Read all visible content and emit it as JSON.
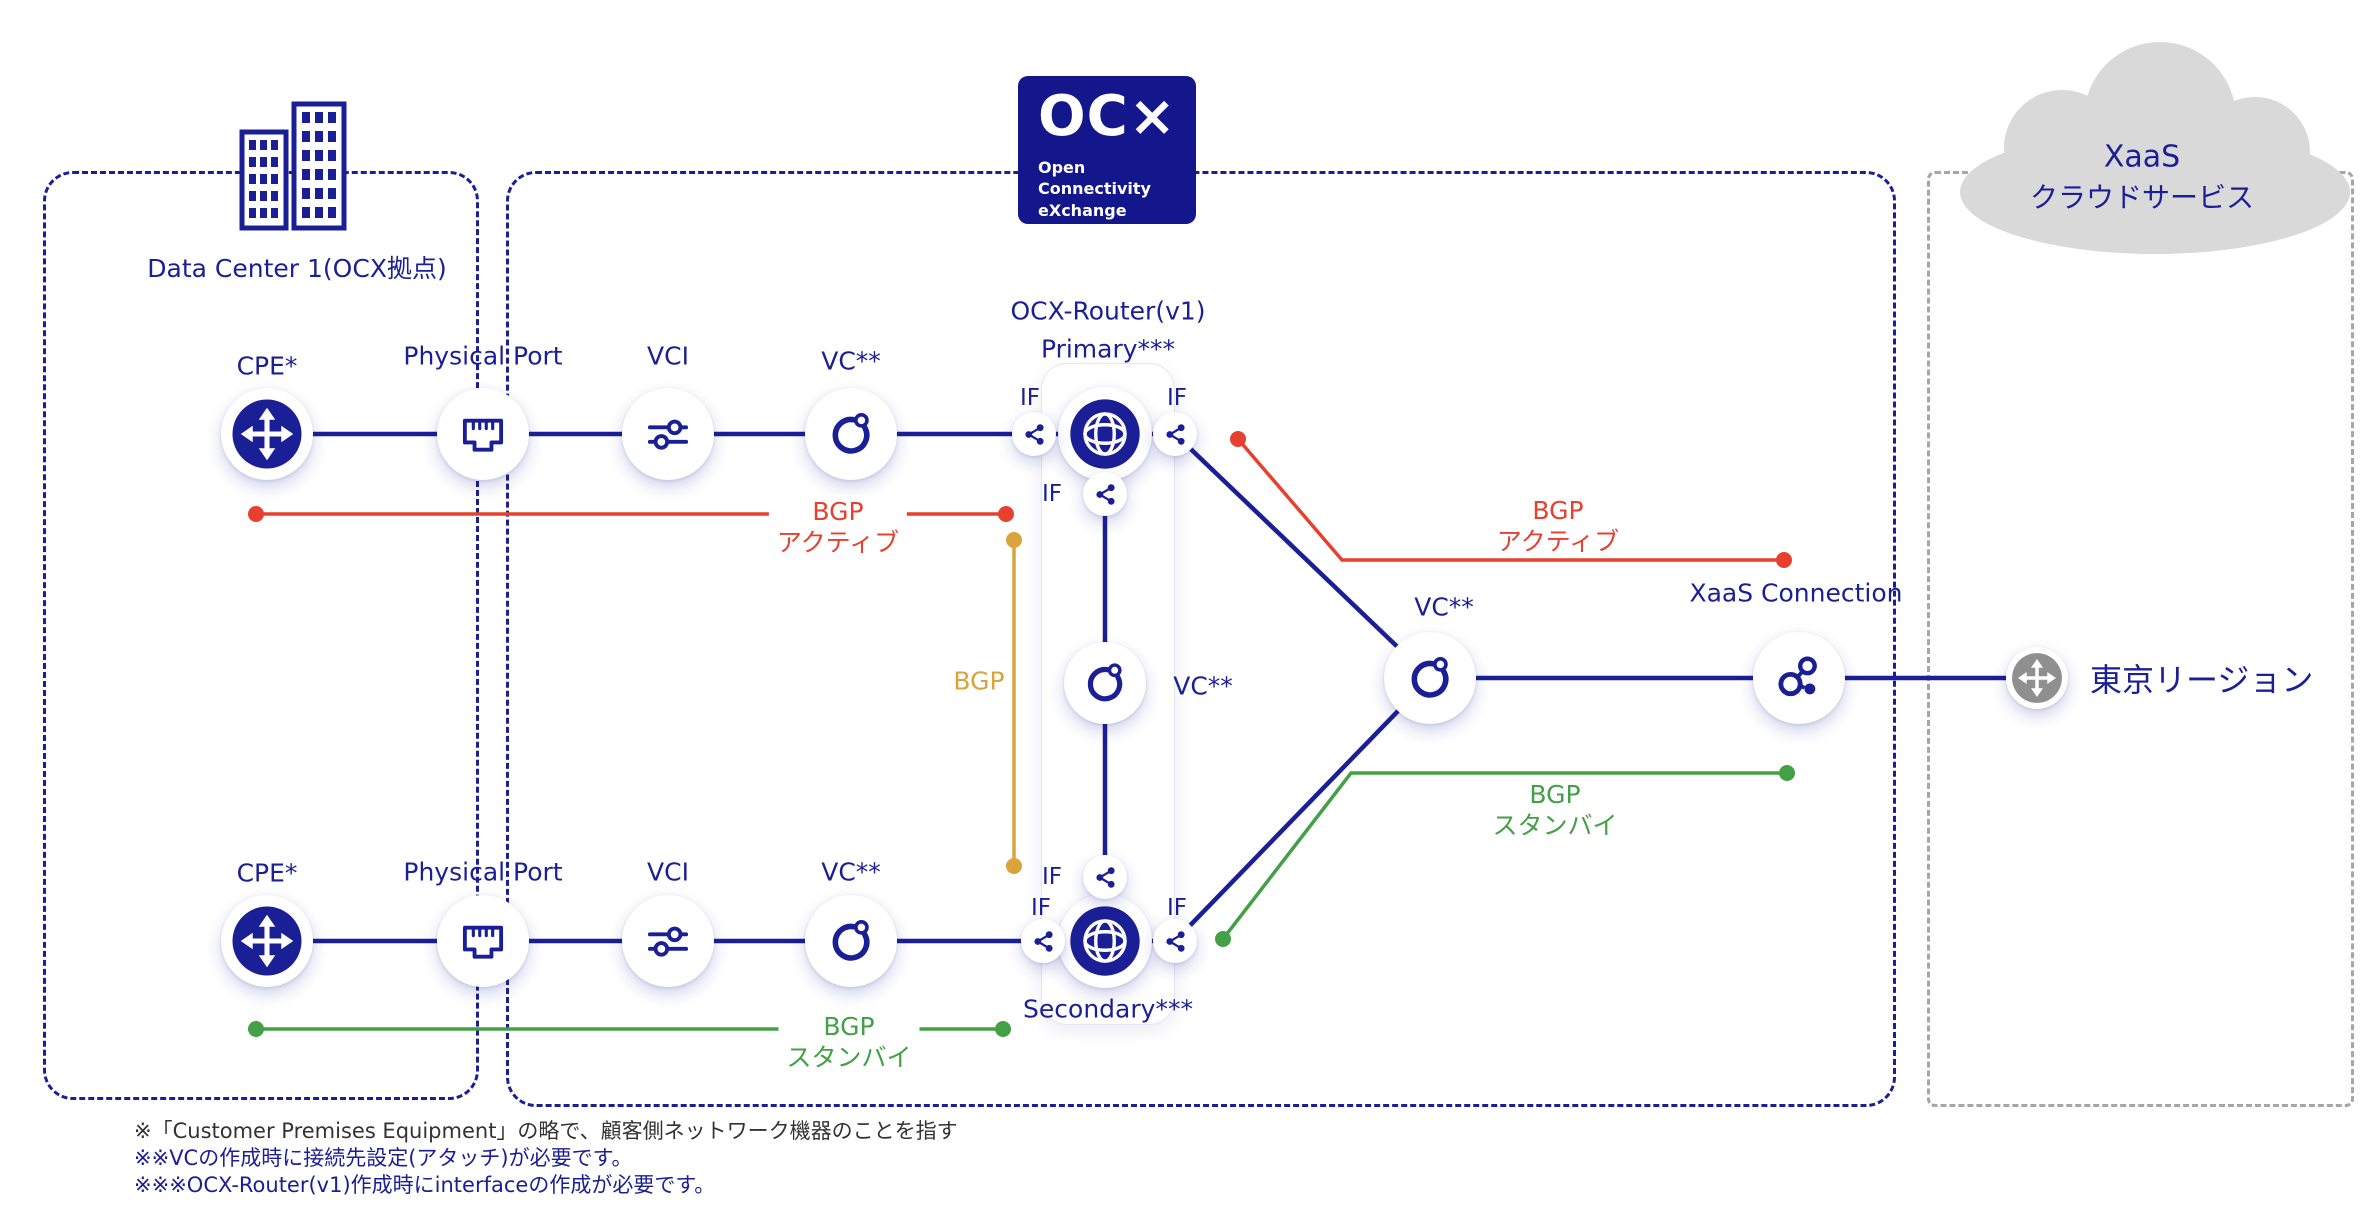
{
  "colors": {
    "navy": "#1b1f96",
    "red": "#e8402f",
    "green": "#43a047",
    "orange": "#dba33c",
    "cloud_gray": "#d9d9d9",
    "box_gray": "#a6a6a6"
  },
  "datacenter": {
    "title": "Data Center 1(OCX拠点)"
  },
  "ocx_logo": {
    "wordmark": "OC×",
    "tagline_line1": "Open Connectivity",
    "tagline_line2": "eXchange"
  },
  "xaas_cloud": {
    "line1": "XaaS",
    "line2": "クラウドサービス"
  },
  "router": {
    "title": "OCX-Router(v1)",
    "primary": "Primary***",
    "secondary": "Secondary***"
  },
  "nodes": {
    "cpe": "CPE*",
    "physical_port": "Physical Port",
    "vci": "VCI",
    "vc": "VC**",
    "interface": "IF",
    "xaas_connection": "XaaS Connection",
    "tokyo_region": "東京リージョン"
  },
  "bgp": {
    "label": "BGP",
    "active": "アクティブ",
    "standby": "スタンバイ"
  },
  "footnotes": [
    "※「Customer Premises Equipment」の略で、顧客側ネットワーク機器のことを指す",
    "※※VCの作成時に接続先設定(アタッチ)が必要です。",
    "※※※OCX-Router(v1)作成時にinterfaceの作成が必要です。"
  ]
}
